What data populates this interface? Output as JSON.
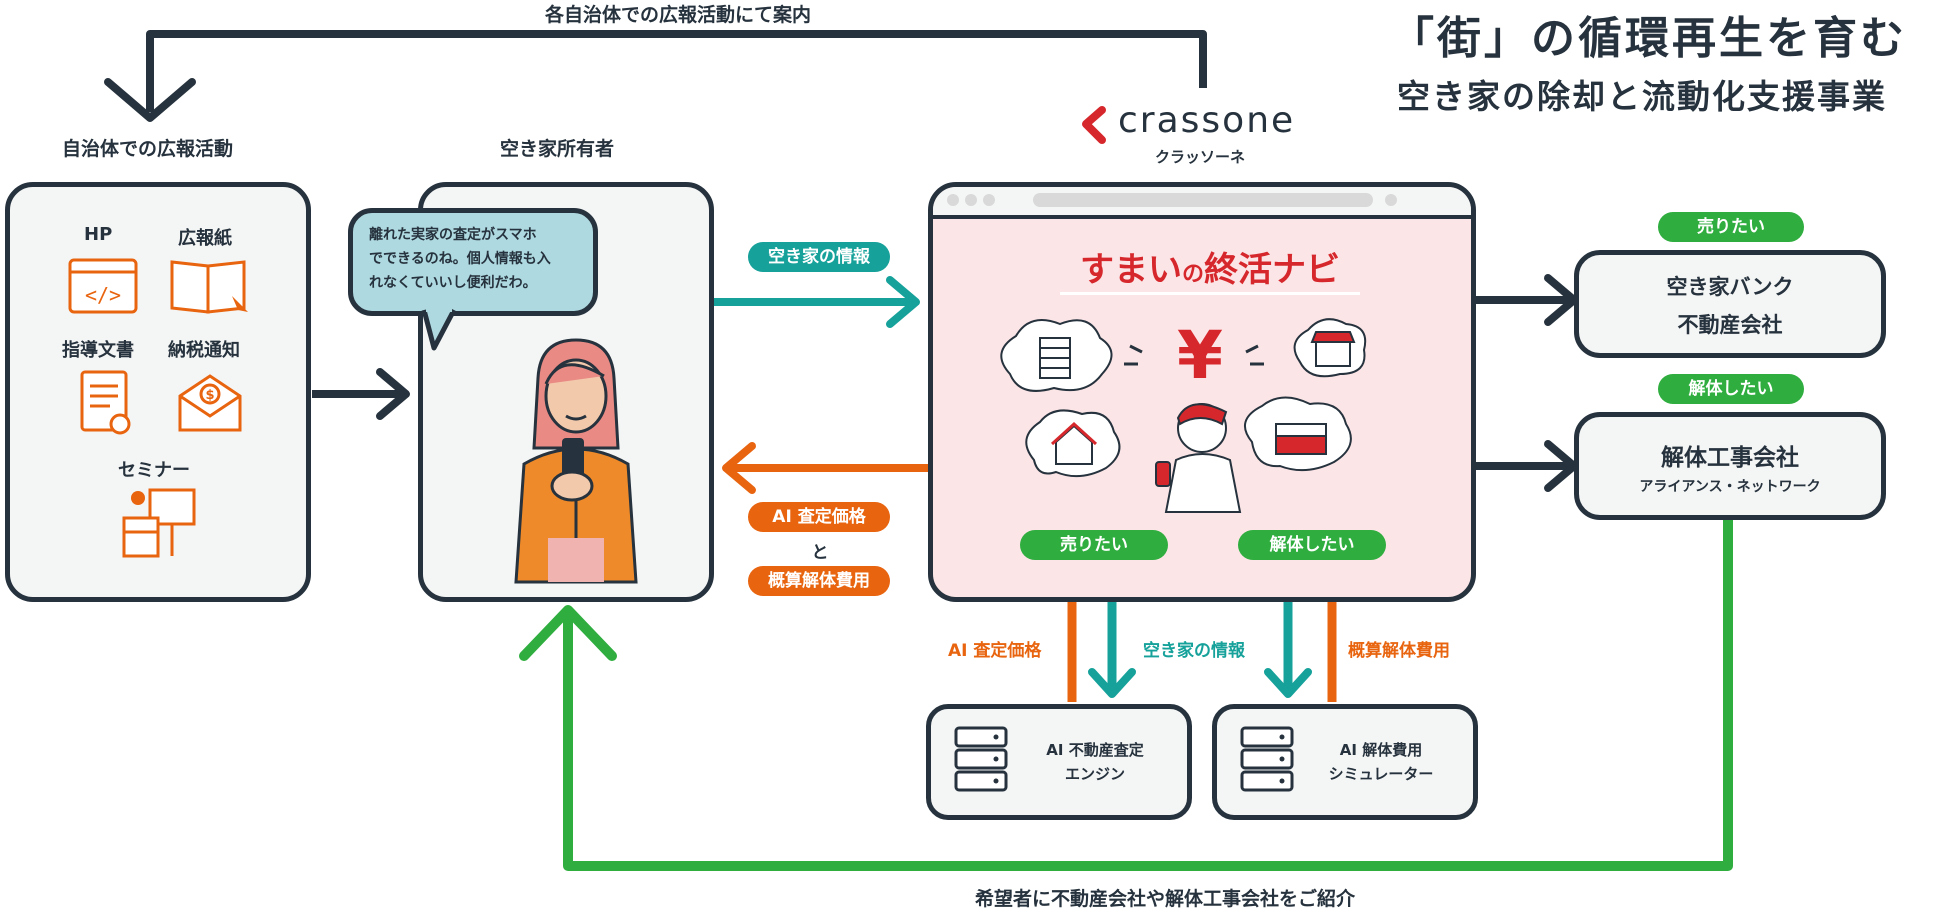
{
  "header": {
    "title": "「街」の循環再生を育む",
    "subtitle": "空き家の除却と流動化支援事業"
  },
  "top_flow_label": "各自治体での広報活動にて案内",
  "municipality": {
    "title": "自治体での広報活動",
    "items": [
      "HP",
      "広報紙",
      "指導文書",
      "納税通知",
      "セミナー"
    ]
  },
  "owner": {
    "title": "空き家所有者",
    "speech": [
      "離れた実家の査定がスマホ",
      "でできるのね。個人情報も入",
      "れなくていいし便利だわ。"
    ]
  },
  "brand": {
    "logo": "crassone",
    "kana": "クラッソーネ"
  },
  "app": {
    "title_big": "すまい",
    "title_small": "の",
    "title_rest": "終活ナビ",
    "yen": "¥",
    "buttons": [
      "売りたい",
      "解体したい"
    ]
  },
  "arrows": {
    "to_app": "空き家の情報",
    "from_app_1": "AI 査定価格",
    "from_app_and": "と",
    "from_app_2": "概算解体費用",
    "down_left": "AI 査定価格",
    "down_mid": "空き家の情報",
    "down_right": "概算解体費用"
  },
  "engines": [
    {
      "line1": "AI 不動産査定",
      "line2": "エンジン"
    },
    {
      "line1": "AI 解体費用",
      "line2": "シミュレーター"
    }
  ],
  "partners": [
    {
      "tag": "売りたい",
      "line1": "空き家バンク",
      "line2": "不動産会社"
    },
    {
      "tag": "解体したい",
      "line1": "解体工事会社",
      "line2": "アライアンス・ネットワーク"
    }
  ],
  "bottom_flow_label": "希望者に不動産会社や解体工事会社をご紹介",
  "colors": {
    "navy": "#26323d",
    "orange": "#e8640f",
    "teal": "#16a19a",
    "green": "#2fae3f",
    "red": "#d6282c",
    "app_bg": "#fbe5e6"
  }
}
